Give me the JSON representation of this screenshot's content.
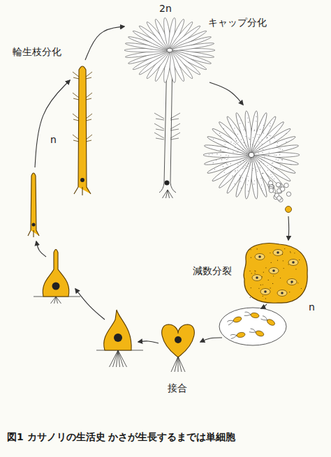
{
  "diagram": {
    "caption": "図1 カサノリの生活史 かさが生長するまでは単細胞",
    "labels": [
      "2n",
      "キャップ分化",
      "輪生枝分化",
      "n",
      "減数分裂",
      "n",
      "接合"
    ]
  }
}
